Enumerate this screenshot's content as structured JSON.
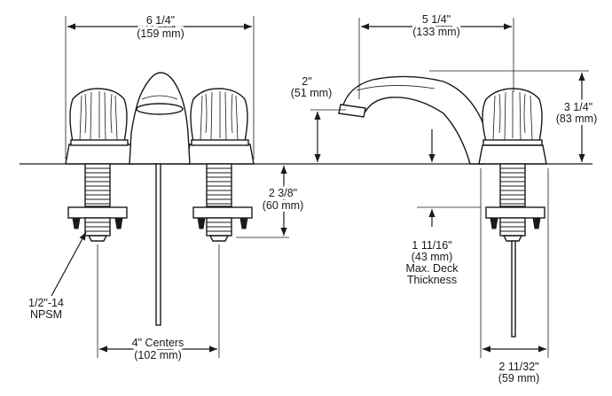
{
  "dimensions": {
    "overall_width": {
      "line1": "6 1/4\"",
      "line2": "(159 mm)"
    },
    "spout_reach": {
      "line1": "5 1/4\"",
      "line2": "(133 mm)"
    },
    "spout_height": {
      "line1": "2\"",
      "line2": "(51 mm)"
    },
    "overall_height": {
      "line1": "3 1/4\"",
      "line2": "(83 mm)"
    },
    "shank_length": {
      "line1": "2 3/8\"",
      "line2": "(60 mm)"
    },
    "deck_thickness": {
      "line1": "1 11/16\"",
      "line2": "(43 mm)",
      "line3": "Max. Deck",
      "line4": "Thickness"
    },
    "thread": {
      "line1": "1/2\"-14",
      "line2": "NPSM"
    },
    "centers": {
      "line1": "4\" Centers",
      "line2": "(102 mm)"
    },
    "shank_width": {
      "line1": "2 11/32\"",
      "line2": "(59 mm)"
    }
  }
}
